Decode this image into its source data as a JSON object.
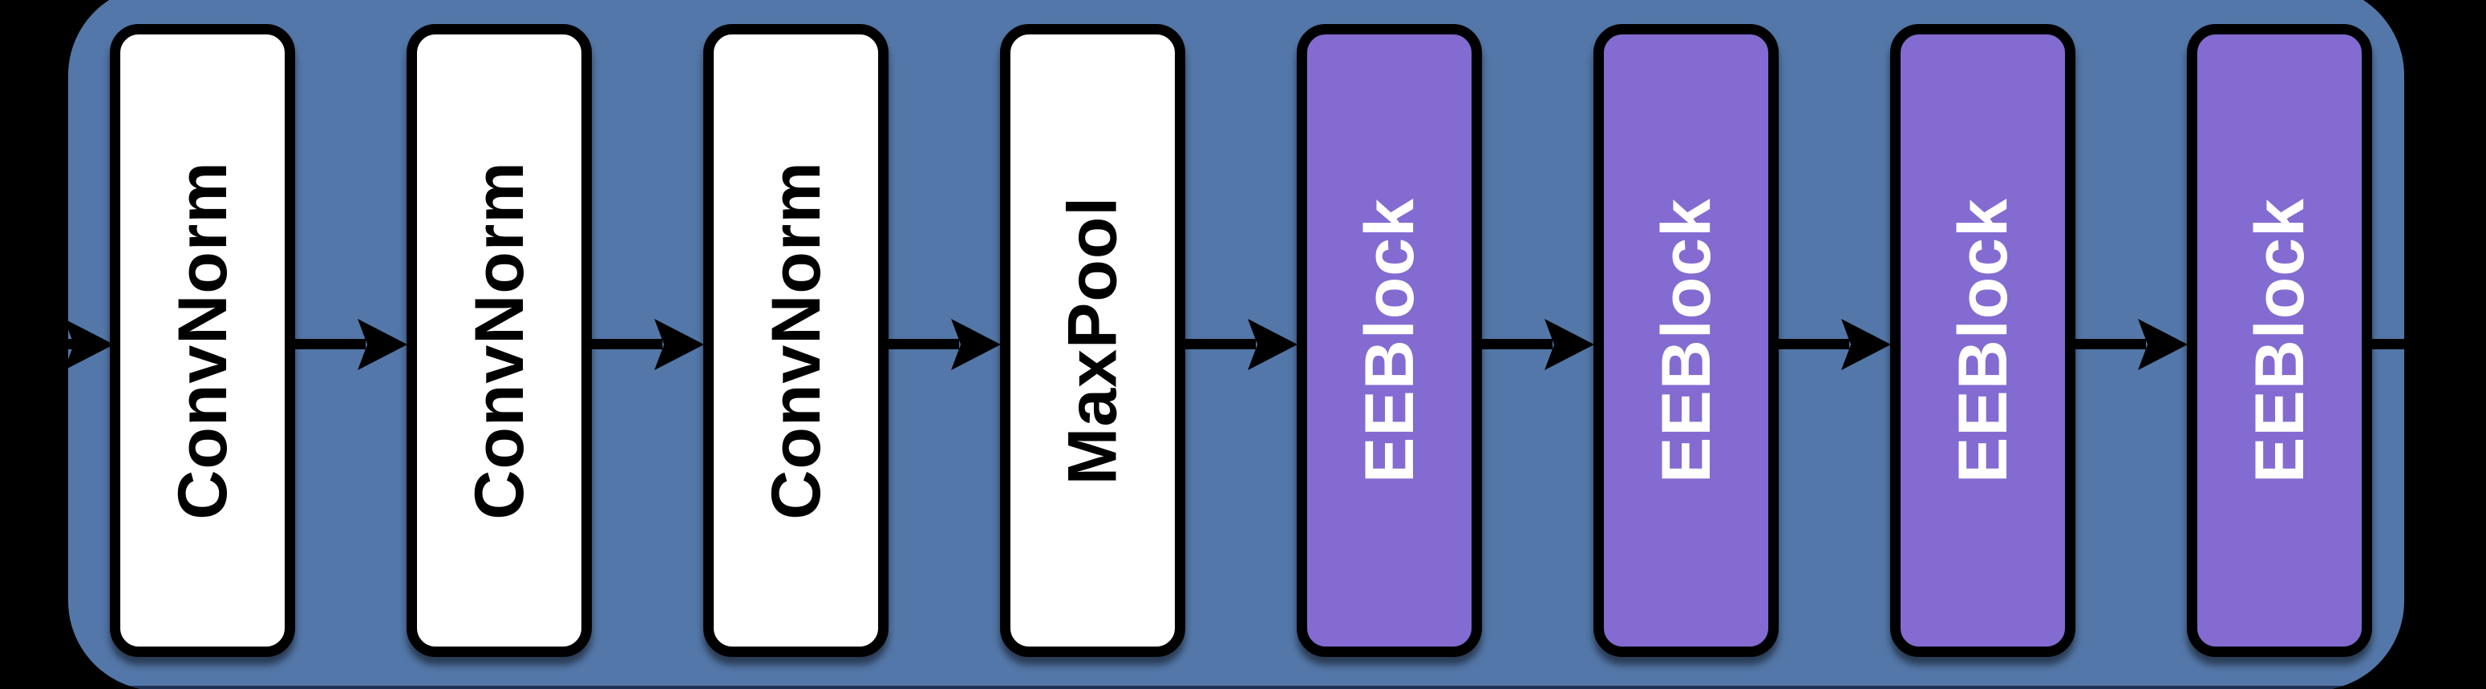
{
  "diagram": {
    "description": "Neural network backbone pipeline diagram",
    "blocks": [
      {
        "label": "ConvNorm",
        "fill": "#FFFFFF",
        "text_color": "#000000",
        "kind": "conv-norm"
      },
      {
        "label": "ConvNorm",
        "fill": "#FFFFFF",
        "text_color": "#000000",
        "kind": "conv-norm"
      },
      {
        "label": "ConvNorm",
        "fill": "#FFFFFF",
        "text_color": "#000000",
        "kind": "conv-norm"
      },
      {
        "label": "MaxPool",
        "fill": "#FFFFFF",
        "text_color": "#000000",
        "kind": "max-pool"
      },
      {
        "label": "EEBlock",
        "fill": "#836BD1",
        "text_color": "#FFFFFF",
        "kind": "ee-block"
      },
      {
        "label": "EEBlock",
        "fill": "#836BD1",
        "text_color": "#FFFFFF",
        "kind": "ee-block"
      },
      {
        "label": "EEBlock",
        "fill": "#836BD1",
        "text_color": "#FFFFFF",
        "kind": "ee-block"
      },
      {
        "label": "EEBlock",
        "fill": "#836BD1",
        "text_color": "#FFFFFF",
        "kind": "ee-block"
      }
    ],
    "flow": {
      "direction": "left-to-right",
      "has_input_arrow": true,
      "has_output_line": true,
      "arrow_color": "#000000"
    },
    "colors": {
      "canvas_background": "#000000",
      "container_fill": "#5377A8",
      "container_bottom_edge": "#1C3254",
      "block_border": "#000000",
      "white_block_fill": "#FFFFFF",
      "purple_block_fill": "#836BD1"
    }
  }
}
